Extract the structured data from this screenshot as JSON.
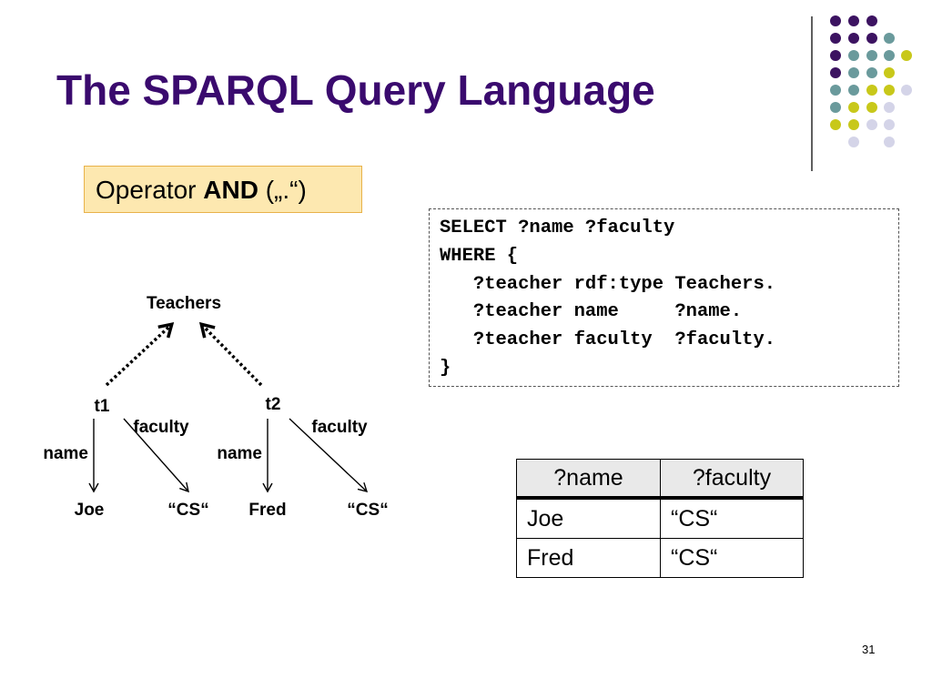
{
  "slide": {
    "title": "The SPARQL Query Language",
    "page_number": "31"
  },
  "operator_box": {
    "prefix": "Operator ",
    "bold": "AND",
    "suffix": " („.“)"
  },
  "query": {
    "lines": [
      "SELECT ?name ?faculty",
      "WHERE {",
      "   ?teacher rdf:type Teachers.",
      "   ?teacher name     ?name.",
      "   ?teacher faculty  ?faculty.",
      "}"
    ]
  },
  "graph": {
    "class_node": "Teachers",
    "instances": [
      {
        "id": "t1",
        "name_edge": "name",
        "name_value": "Joe",
        "faculty_edge": "faculty",
        "faculty_value": "“CS“"
      },
      {
        "id": "t2",
        "name_edge": "name",
        "name_value": "Fred",
        "faculty_edge": "faculty",
        "faculty_value": "“CS“"
      }
    ]
  },
  "result_table": {
    "headers": [
      "?name",
      "?faculty"
    ],
    "rows": [
      [
        "Joe",
        "“CS“"
      ],
      [
        "Fred",
        "“CS“"
      ]
    ]
  },
  "colors": {
    "title": "#3a0a6e",
    "dot_purple": "#3c1361",
    "dot_teal": "#6a9a9c",
    "dot_yellow": "#c8c81a",
    "dot_lavender": "#d4d4e8",
    "operator_fill": "#fde8b0",
    "operator_border": "#e8b24a"
  }
}
